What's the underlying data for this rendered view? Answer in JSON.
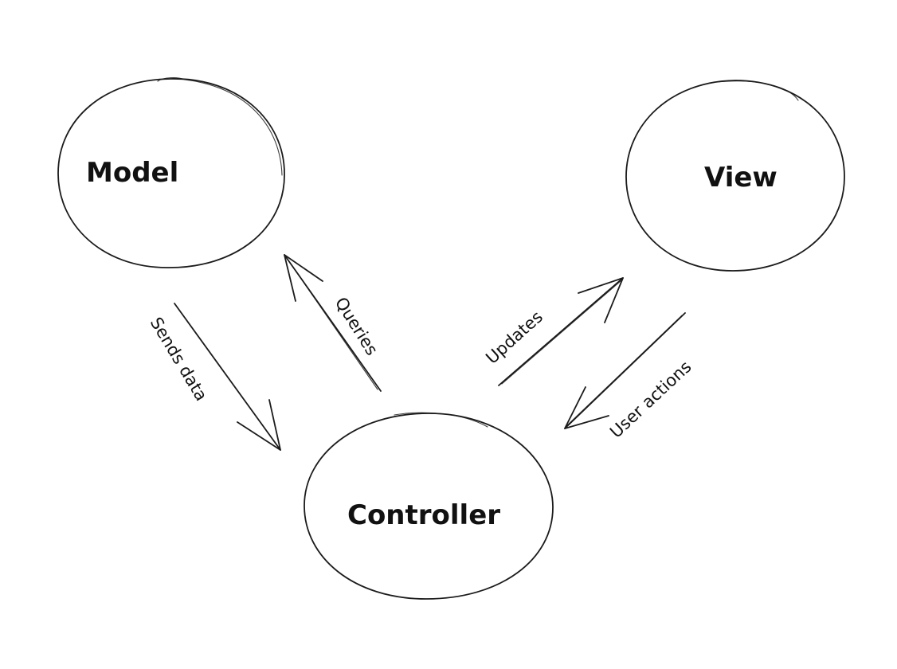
{
  "diagram": {
    "nodes": {
      "model": {
        "label": "Model"
      },
      "view": {
        "label": "View"
      },
      "controller": {
        "label": "Controller"
      }
    },
    "edges": {
      "sends_data": {
        "label": "Sends data",
        "from": "Model",
        "to": "Controller"
      },
      "queries": {
        "label": "Queries",
        "from": "Controller",
        "to": "Model"
      },
      "updates": {
        "label": "Updates",
        "from": "Controller",
        "to": "View"
      },
      "user_actions": {
        "label": "User actions",
        "from": "View",
        "to": "Controller"
      }
    },
    "colors": {
      "ink": "#1b1b1b",
      "background": "#ffffff"
    }
  }
}
